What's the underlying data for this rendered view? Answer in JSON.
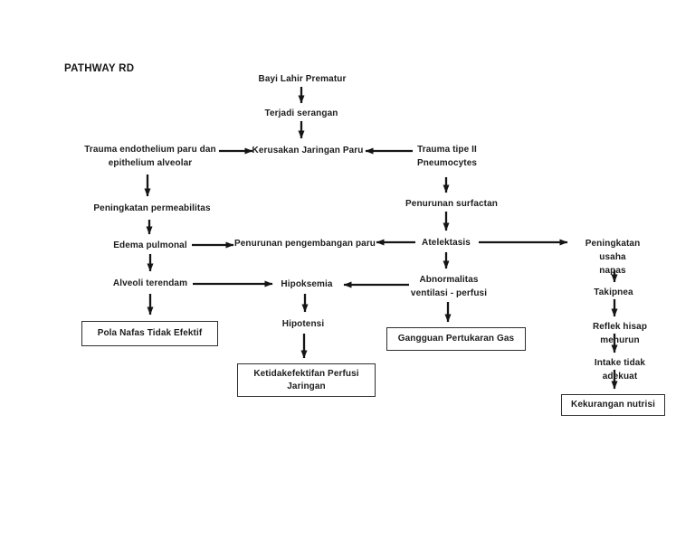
{
  "page": {
    "title": "PATHWAY RD"
  },
  "diagram": {
    "nodes": {
      "bayi_lahir": {
        "label": "Bayi Lahir Prematur"
      },
      "terjadi_serangan": {
        "label": "Terjadi serangan"
      },
      "kerusakan_jaringan": {
        "label": "Kerusakan Jaringan Paru"
      },
      "trauma_endothelium": {
        "label": "Trauma endothelium paru dan\nepithelium alveolar"
      },
      "trauma_tipe2": {
        "label": "Trauma tipe II\nPneumocytes"
      },
      "peningkatan_permeabilitas": {
        "label": "Peningkatan permeabilitas"
      },
      "penurunan_surfactan": {
        "label": "Penurunan surfactan"
      },
      "edema_pulmonal": {
        "label": "Edema pulmonal"
      },
      "penurunan_pengembangan": {
        "label": "Penurunan pengembangan paru"
      },
      "atelektasis": {
        "label": "Atelektasis"
      },
      "peningkatan_usaha": {
        "label": "Peningkatan usaha\nnapas"
      },
      "alveoli_terendam": {
        "label": "Alveoli terendam"
      },
      "hipoksemia": {
        "label": "Hipoksemia"
      },
      "abnormalitas": {
        "label": "Abnormalitas\nventilasi - perfusi"
      },
      "takipnea": {
        "label": "Takipnea"
      },
      "hipotensi": {
        "label": "Hipotensi"
      },
      "reflek_hisap": {
        "label": "Reflek hisap menurun"
      },
      "intake_tidak_adekuat": {
        "label": "Intake tidak adekuat"
      },
      "pola_nafas": {
        "label": "Pola Nafas Tidak Efektif"
      },
      "ketidakefektifan_perfusi": {
        "label": "Ketidakefektifan Perfusi\nJaringan"
      },
      "gangguan_pertukaran": {
        "label": "Gangguan Pertukaran Gas"
      },
      "kekurangan_nutrisi": {
        "label": "Kekurangan nutrisi"
      }
    },
    "colors": {
      "background": "#ffffff",
      "text": "#1c1c1c",
      "arrow": "#151515",
      "box_border": "#2e2e2e"
    }
  }
}
